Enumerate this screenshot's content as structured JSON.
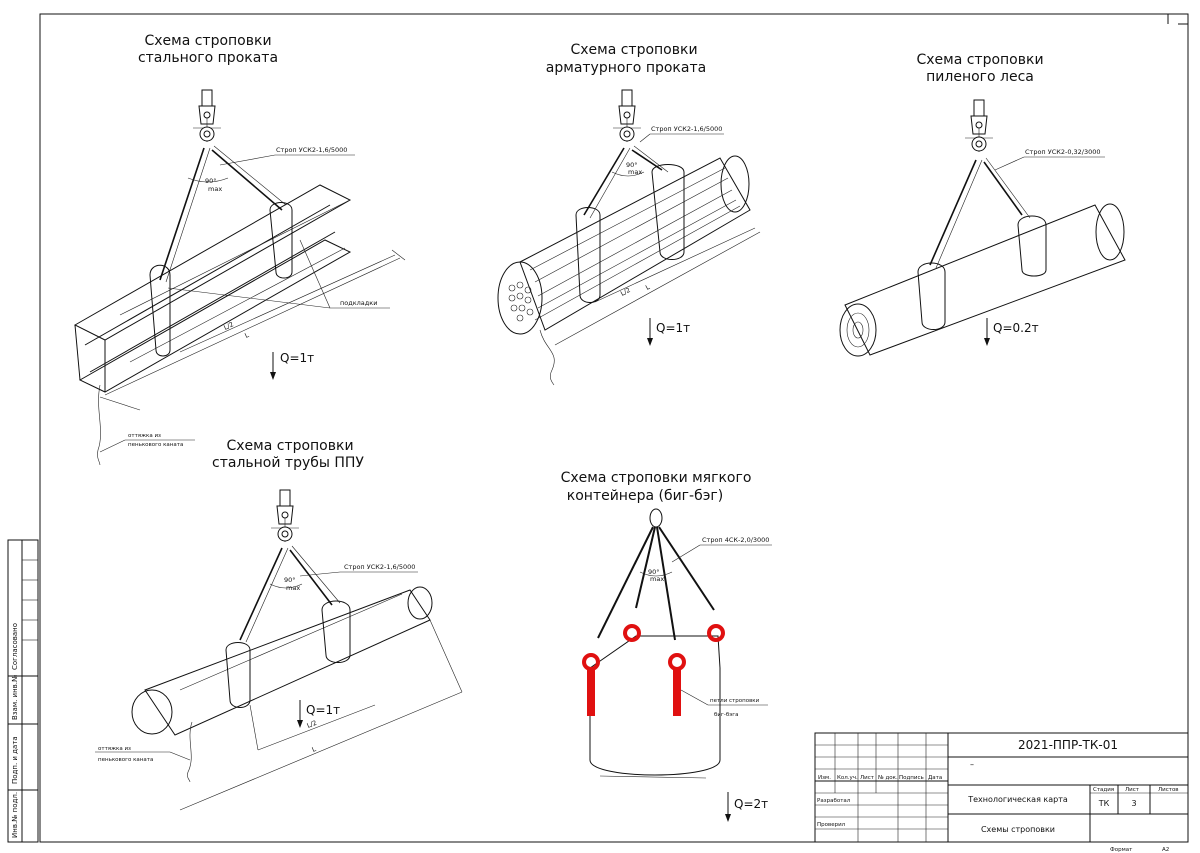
{
  "sheet": {
    "schemes": {
      "steel_rolled": {
        "title_line1": "Схема строповки",
        "title_line2": "стального проката",
        "sling_label": "Строп УСК2-1,6/5000",
        "angle_top": "90°",
        "angle_bottom": "max",
        "padding_label": "подкладки",
        "rope_label_line1": "оттяжка из",
        "rope_label_line2": "пенькового каната",
        "half_length": "L/2",
        "length": "L",
        "load": "Q=1т"
      },
      "rebar": {
        "title_line1": "Схема строповки",
        "title_line2": "арматурного проката",
        "sling_label": "Строп УСК2-1,6/5000",
        "angle_top": "90°",
        "angle_bottom": "max",
        "half_length": "L/2",
        "length": "L",
        "load": "Q=1т"
      },
      "timber": {
        "title_line1": "Схема строповки",
        "title_line2": "пиленого леса",
        "sling_label": "Строп УСК2-0,32/3000",
        "load": "Q=0.2т"
      },
      "ppu_pipe": {
        "title_line1": "Схема строповки",
        "title_line2": "стальной трубы ППУ",
        "sling_label": "Строп УСК2-1,6/5000",
        "angle_top": "90°",
        "angle_bottom": "max",
        "rope_label_line1": "оттяжка из",
        "rope_label_line2": "пенькового каната",
        "half_length": "L/2",
        "length": "L",
        "load": "Q=1т"
      },
      "bigbag": {
        "title_line1": "Схема строповки мягкого",
        "title_line2": "контейнера (биг-бэг)",
        "sling_label": "Строп 4СК-2,0/3000",
        "angle_top": "90°",
        "angle_bottom": "max",
        "loops_label_line1": "петли строповки",
        "loops_label_line2": "биг-бэга",
        "load": "Q=2т"
      }
    },
    "side_stamp": {
      "agreed": "Согласовано",
      "replaced_inv": "Взам. инв.№",
      "sign_date": "Подп. и дата",
      "inv_original": "Инв.№ подл."
    },
    "title_block": {
      "document_code": "2021-ППР-ТК-01",
      "dash": "–",
      "col_headers": [
        "Изм.",
        "Кол.уч.",
        "Лист",
        "№ док.",
        "Подпись",
        "Дата"
      ],
      "developed": "Разработал",
      "checked": "Проверил",
      "work_title": "Технологическая карта",
      "sheet_title": "Схемы строповки",
      "stage_header": "Стадия",
      "sheet_header": "Лист",
      "sheets_header": "Листов",
      "stage_value": "ТК",
      "sheet_value": "3",
      "sheets_value": "",
      "format_label": "Формат",
      "format_value": "А2"
    },
    "colors": {
      "line": "#111111",
      "accent_red": "#e01010",
      "background": "#ffffff"
    }
  }
}
